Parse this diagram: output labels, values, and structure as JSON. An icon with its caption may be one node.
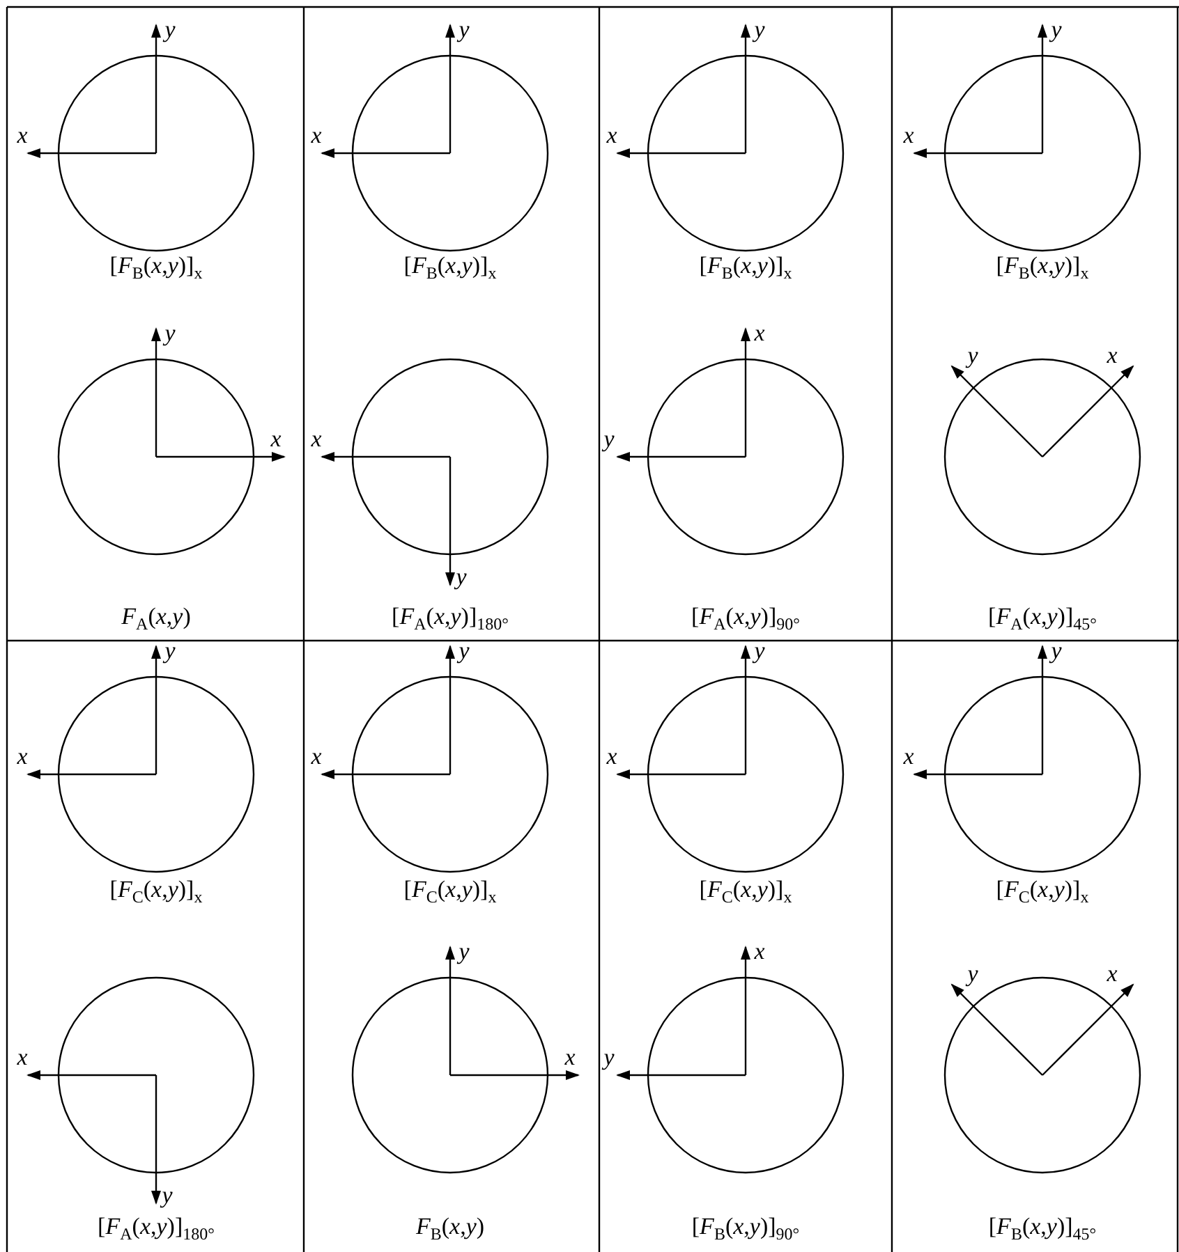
{
  "diagram": {
    "labels": [
      "y",
      "x",
      "[*F*$_{B}$(*x*,*y*)]$_{x}$",
      "y",
      "x",
      "[*F*$_{B}$(*x*,*y*)]$_{x}$",
      "y",
      "x",
      "[*F*$_{B}$(*x*,*y*)]$_{x}$",
      "y",
      "x",
      "[*F*$_{B}$(*x*,*y*)]$_{x}$",
      "y",
      "x",
      "*F*$_{A}$(*x*,*y*)",
      "x",
      "y",
      "[*F*$_{A}$(*x*,*y*)]$_{180°}$",
      "x",
      "y",
      "[*F*$_{A}$(*x*,*y*)]$_{90°}$",
      "y",
      "x",
      "[*F*$_{A}$(*x*,*y*)]$_{45°}$",
      "y",
      "x",
      "[*F*$_{C}$(*x*,*y*)]$_{x}$",
      "y",
      "x",
      "[*F*$_{C}$(*x*,*y*)]$_{x}$",
      "y",
      "x",
      "[*F*$_{C}$(*x*,*y*)]$_{x}$",
      "y",
      "x",
      "[*F*$_{C}$(*x*,*y*)]$_{x}$",
      "x",
      "y",
      "[*F*$_{A}$(*x*,*y*)]$_{180°}$",
      "y",
      "x",
      "*F*$_{B}$(*x*,*y*)",
      "x",
      "y",
      "[*F*$_{B}$(*x*,*y*)]$_{90°}$",
      "y",
      "x",
      "[*F*$_{B}$(*x*,*y*)]$_{45°}$"
    ]
  }
}
